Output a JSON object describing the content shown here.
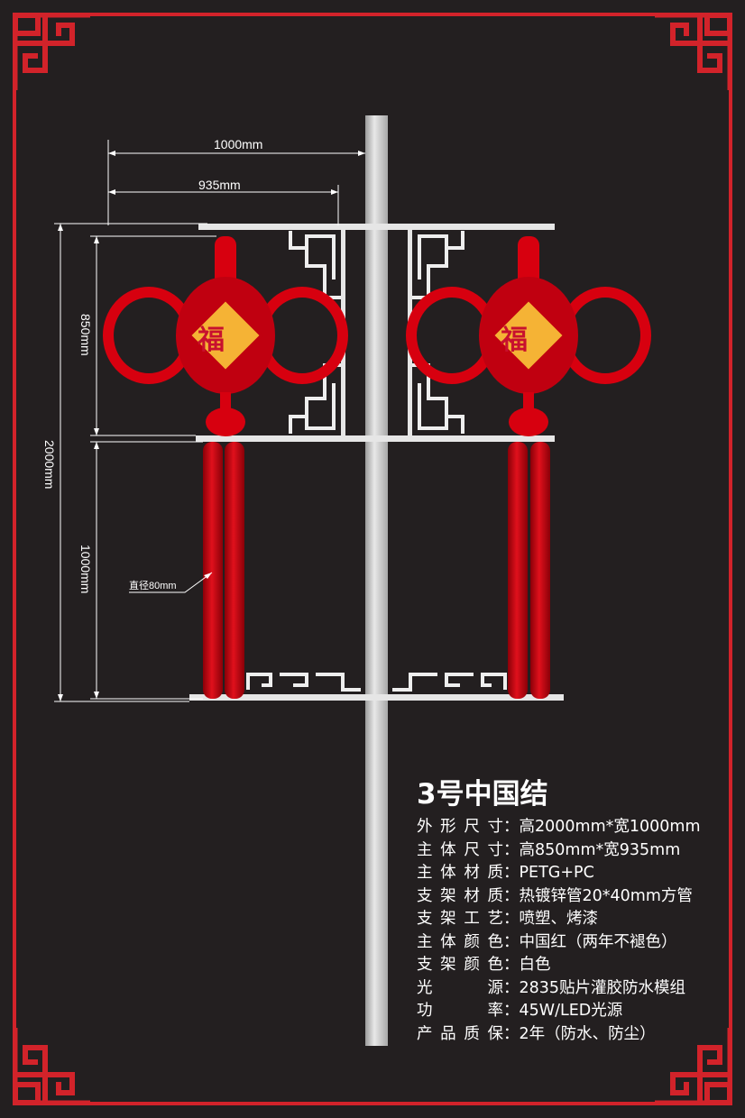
{
  "product_title": "3号中国结",
  "dimensions": {
    "overall_width": "1000mm",
    "body_width": "935mm",
    "overall_height": "2000mm",
    "body_height": "850mm",
    "tassel_length": "1000mm",
    "tassel_diameter": "直径80mm"
  },
  "knot_character": "福",
  "specs": [
    {
      "label": "外形尺寸",
      "value": "高2000mm*宽1000mm"
    },
    {
      "label": "主体尺寸",
      "value": "高850mm*宽935mm"
    },
    {
      "label": "主体材质",
      "value": "PETG+PC"
    },
    {
      "label": "支架材质",
      "value": "热镀锌管20*40mm方管"
    },
    {
      "label": "支架工艺",
      "value": "喷塑、烤漆"
    },
    {
      "label": "主体颜色",
      "value": "中国红（两年不褪色）"
    },
    {
      "label": "支架颜色",
      "value": "白色"
    },
    {
      "label": "光源",
      "value": "2835贴片灌胶防水模组"
    },
    {
      "label": "功率",
      "value": "45W/LED光源"
    },
    {
      "label": "产品质保",
      "value": "2年（防水、防尘）"
    }
  ],
  "colors": {
    "background": "#231f20",
    "frame_red": "#d2232a",
    "knot_red": "#d7000f",
    "gold": "#f5b335"
  }
}
